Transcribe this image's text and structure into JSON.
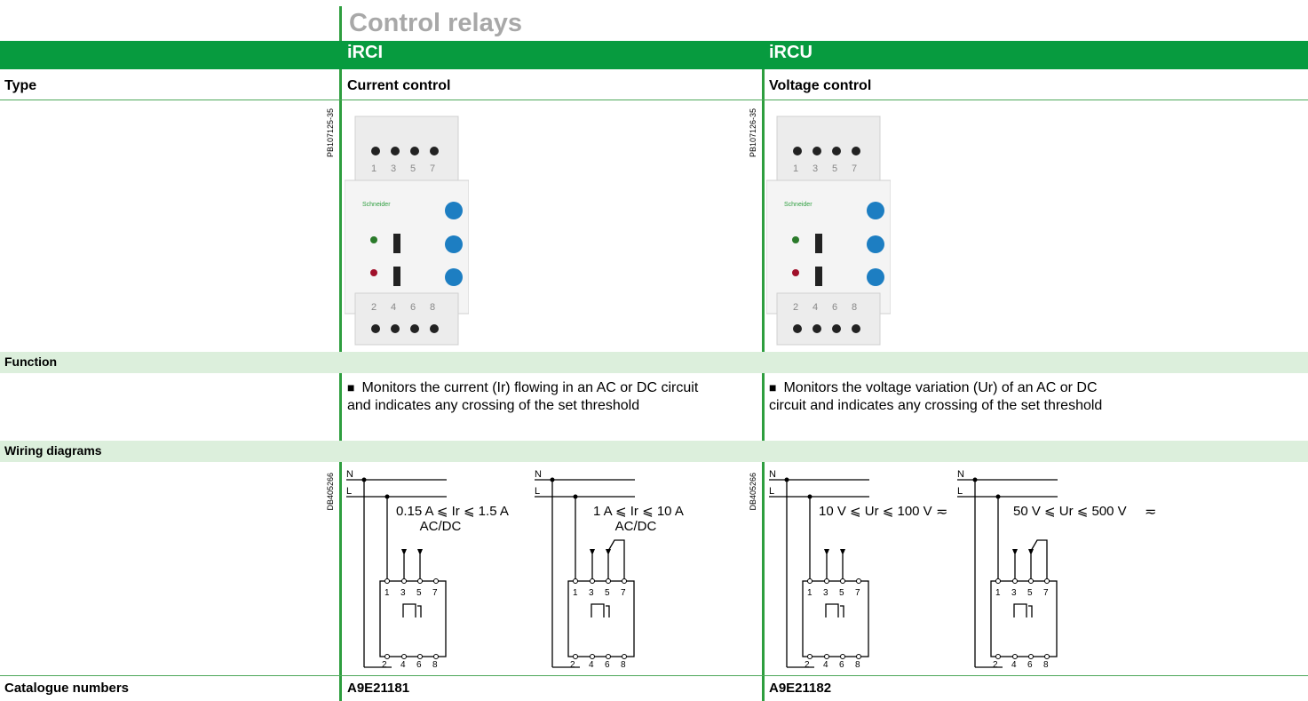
{
  "page": {
    "title": "Control relays"
  },
  "columns": [
    {
      "name": "iRCI",
      "type": "Current control",
      "photo_ref": "PB107125-35",
      "function": "Monitors the current (Ir) flowing in an AC or DC circuit and indicates any crossing of the set threshold",
      "function_line1": "Monitors the current (Ir) flowing in an AC or DC circuit",
      "function_line2": "and indicates any crossing of the set threshold",
      "catalogue": "A9E21181",
      "diagram_ref": "DB405266",
      "diagrams": [
        {
          "range": "0.15 A ⩽ Ir ⩽ 1.5 A",
          "sub": "AC/DC"
        },
        {
          "range": "1 A ⩽ Ir ⩽ 10 A",
          "sub": "AC/DC"
        }
      ]
    },
    {
      "name": "iRCU",
      "type": "Voltage control",
      "photo_ref": "PB107126-35",
      "function": "Monitors the voltage variation (Ur) of an AC or DC circuit and indicates any crossing of the set threshold",
      "function_line1": "Monitors the voltage variation (Ur) of an AC or DC",
      "function_line2": "circuit and indicates any crossing of the set threshold",
      "catalogue": "A9E21182",
      "diagram_ref": "DB405266",
      "diagrams": [
        {
          "range": "10 V ⩽ Ur ⩽ 100 V",
          "sub": ""
        },
        {
          "range": "50 V ⩽ Ur ⩽ 500 V",
          "sub": ""
        }
      ]
    }
  ],
  "rows": {
    "type": "Type",
    "function": "Function",
    "wiring": "Wiring diagrams",
    "catalogue": "Catalogue numbers"
  },
  "bullet_char": "■",
  "device": {
    "top_terminals": [
      "1",
      "3",
      "5",
      "7"
    ],
    "bottom_terminals": [
      "2",
      "4",
      "6",
      "8"
    ],
    "brand": "Schneider"
  },
  "wiring": {
    "neutral": "N",
    "line": "L",
    "ac_symbol": "≂"
  },
  "colors": {
    "header_green": "#079b3f",
    "band_green": "#dcefdc",
    "title_grey": "#a8a8a8",
    "knob_blue": "#1d7ec2"
  }
}
